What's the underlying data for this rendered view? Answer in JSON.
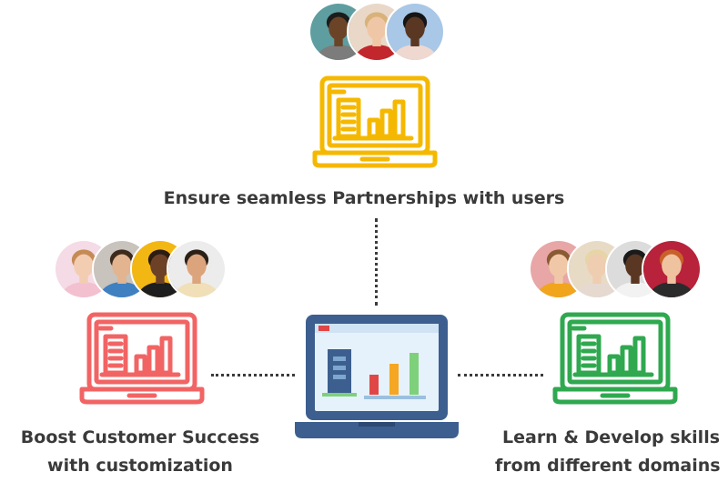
{
  "nodes": {
    "top": {
      "label": "Ensure seamless Partnerships with users",
      "color": "#f5b800",
      "avatars": [
        {
          "bg": "#5e9ea0",
          "skin": "#6b4428",
          "shirt": "#7c7c7c",
          "hair": "#1c1c1c"
        },
        {
          "bg": "#e9d8c8",
          "skin": "#f0c7a6",
          "shirt": "#c1272d",
          "hair": "#d9b27a"
        },
        {
          "bg": "#a9c7e6",
          "skin": "#5a3722",
          "shirt": "#efd8d0",
          "hair": "#151515"
        }
      ]
    },
    "left": {
      "label_lines": [
        "Boost Customer Success",
        "with customization"
      ],
      "color": "#f26464",
      "avatars": [
        {
          "bg": "#f4dbe6",
          "skin": "#f3cdb2",
          "shirt": "#f3c0cf",
          "hair": "#c58b55"
        },
        {
          "bg": "#c8c3bc",
          "skin": "#e2b48f",
          "shirt": "#3f80c1",
          "hair": "#3d2a1c"
        },
        {
          "bg": "#f3b713",
          "skin": "#6c4126",
          "shirt": "#1e1e1e",
          "hair": "#2c1c14"
        },
        {
          "bg": "#ececec",
          "skin": "#dca47c",
          "shirt": "#f0dfb7",
          "hair": "#2b2018"
        }
      ]
    },
    "right": {
      "label_lines": [
        "Learn & Develop skills",
        "from different domains"
      ],
      "color": "#2fa84f",
      "avatars": [
        {
          "bg": "#e8a6a6",
          "skin": "#f0c8a8",
          "shirt": "#f1a51c",
          "hair": "#8a5a32"
        },
        {
          "bg": "#e8dbc6",
          "skin": "#efcdb1",
          "shirt": "#e6d9d0",
          "hair": "#e7d5a8"
        },
        {
          "bg": "#dcdcdc",
          "skin": "#5a3722",
          "shirt": "#f2f2f2",
          "hair": "#1a1a1a"
        },
        {
          "bg": "#b8223b",
          "skin": "#f0c3a0",
          "shirt": "#2b2b2b",
          "hair": "#c8602a"
        }
      ]
    },
    "center": {
      "frame": "#3c5f8f",
      "screen": "#e6f2fb",
      "bar_colors": [
        "#e04646",
        "#f5a623",
        "#7ed17a"
      ],
      "building": "#3c5f8f",
      "base": "#3c5f8f"
    }
  },
  "connector_color": "#3b3b3b"
}
